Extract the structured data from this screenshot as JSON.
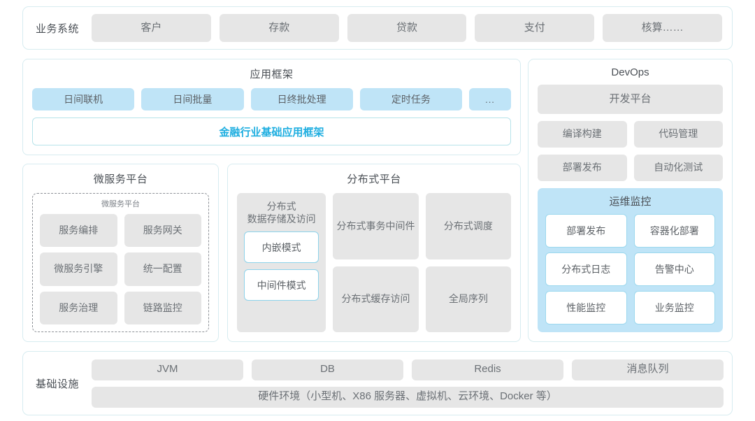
{
  "business": {
    "label": "业务系统",
    "items": [
      "客户",
      "存款",
      "贷款",
      "支付",
      "核算……"
    ]
  },
  "app_framework": {
    "title": "应用框架",
    "tags": [
      "日间联机",
      "日间批量",
      "日终批处理",
      "定时任务",
      "..."
    ],
    "base_bar": "金融行业基础应用框架"
  },
  "microservice": {
    "title": "微服务平台",
    "inner_title": "微服务平台",
    "items": [
      "服务编排",
      "服务网关",
      "微服务引擎",
      "统一配置",
      "服务治理",
      "链路监控"
    ]
  },
  "distributed": {
    "title": "分布式平台",
    "storage": {
      "label": "分布式\n数据存储及访问",
      "label_line1": "分布式",
      "label_line2": "数据存储及访问",
      "modes": [
        "内嵌模式",
        "中间件模式"
      ]
    },
    "cells": [
      {
        "line1": "分布式",
        "line2": "事务中间件"
      },
      {
        "line1": "分布式调度",
        "line2": ""
      },
      {
        "line1": "分布式",
        "line2": "缓存访问"
      },
      {
        "line1": "全局序列",
        "line2": ""
      }
    ]
  },
  "devops": {
    "title": "DevOps",
    "platform": "开发平台",
    "items": [
      "编译构建",
      "代码管理",
      "部署发布",
      "自动化测试"
    ],
    "ops_monitor": {
      "title": "运维监控",
      "items": [
        "部署发布",
        "容器化部署",
        "分布式日志",
        "告警中心",
        "性能监控",
        "业务监控"
      ]
    }
  },
  "infrastructure": {
    "label": "基础设施",
    "items": [
      "JVM",
      "DB",
      "Redis",
      "消息队列"
    ],
    "hardware": "硬件环境（小型机、X86 服务器、虚拟机、云环境、Docker 等）"
  },
  "colors": {
    "panel_border": "#d7ecf0",
    "gray_box": "#e6e6e6",
    "blue_tag": "#bfe4f7",
    "accent_text": "#1eaee0",
    "text": "#5c6166"
  }
}
